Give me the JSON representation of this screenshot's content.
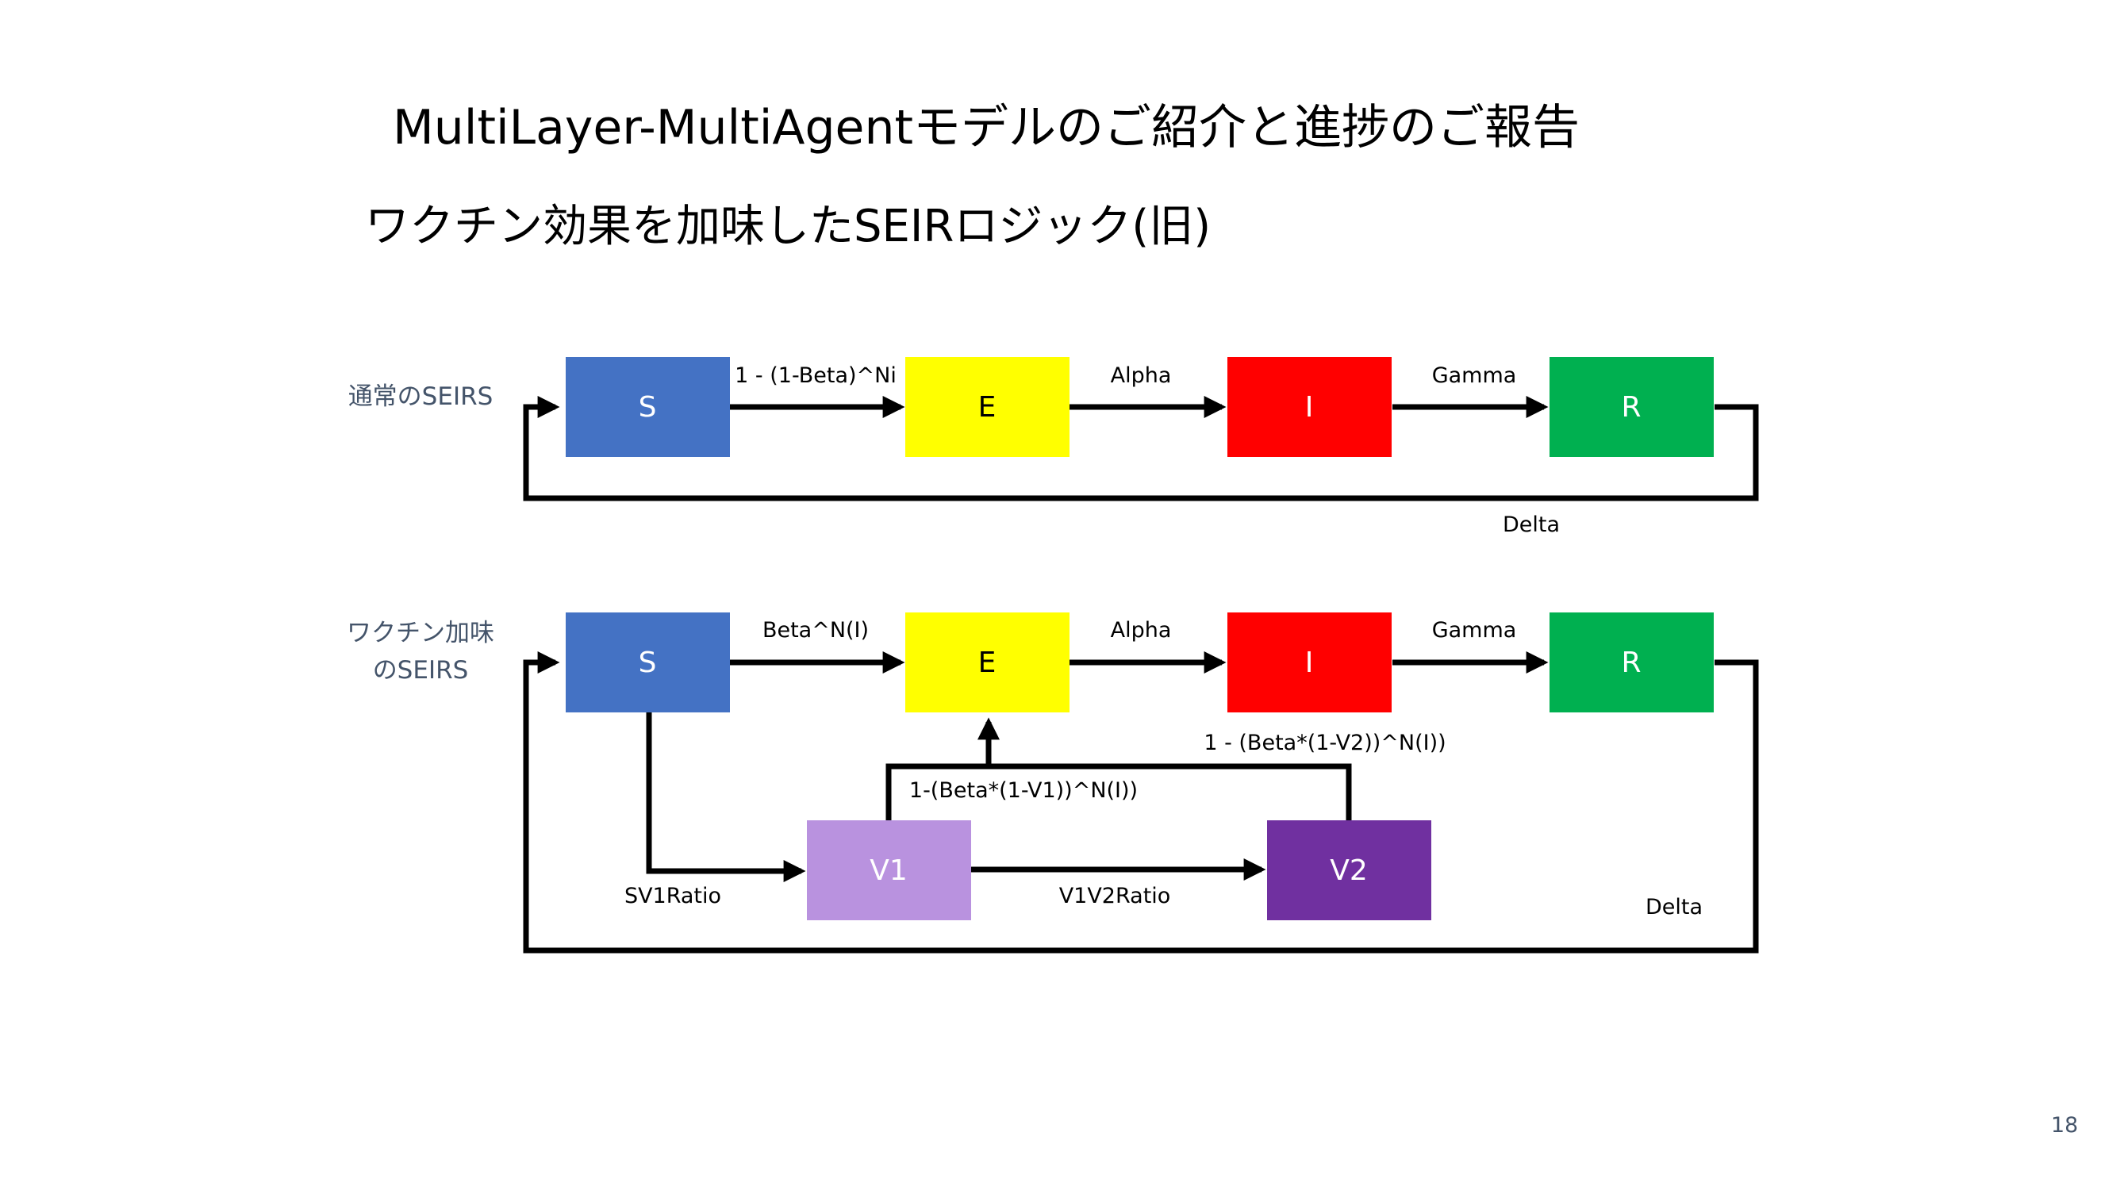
{
  "slide": {
    "title": "MultiLayer-MultiAgentモデルのご紹介と進捗のご報告",
    "subtitle": "ワクチン効果を加味したSEIRロジック(旧)",
    "page_number": "18"
  },
  "colors": {
    "S": "#4472C4",
    "E": "#FFFF00",
    "I": "#FF0000",
    "R": "#00B050",
    "V1": "#B992DF",
    "V2": "#7030A0",
    "row_label": "#44546A",
    "arrow": "#000000"
  },
  "diagram": {
    "normal": {
      "row_label": "通常のSEIRS",
      "boxes": {
        "S": "S",
        "E": "E",
        "I": "I",
        "R": "R"
      },
      "edges": {
        "s_to_e": "1 - (1-Beta)^Ni",
        "e_to_i": "Alpha",
        "i_to_r": "Gamma",
        "r_to_s": "Delta"
      }
    },
    "vaccine": {
      "row_label_line1": "ワクチン加味",
      "row_label_line2": "のSEIRS",
      "boxes": {
        "S": "S",
        "E": "E",
        "I": "I",
        "R": "R",
        "V1": "V1",
        "V2": "V2"
      },
      "edges": {
        "s_to_e": "Beta^N(I)",
        "e_to_i": "Alpha",
        "i_to_r": "Gamma",
        "r_to_s": "Delta",
        "s_to_v1": "SV1Ratio",
        "v1_to_v2": "V1V2Ratio",
        "v1_to_e": "1-(Beta*(1-V1))^N(I))",
        "v2_to_e": "1 - (Beta*(1-V2))^N(I))"
      }
    }
  }
}
